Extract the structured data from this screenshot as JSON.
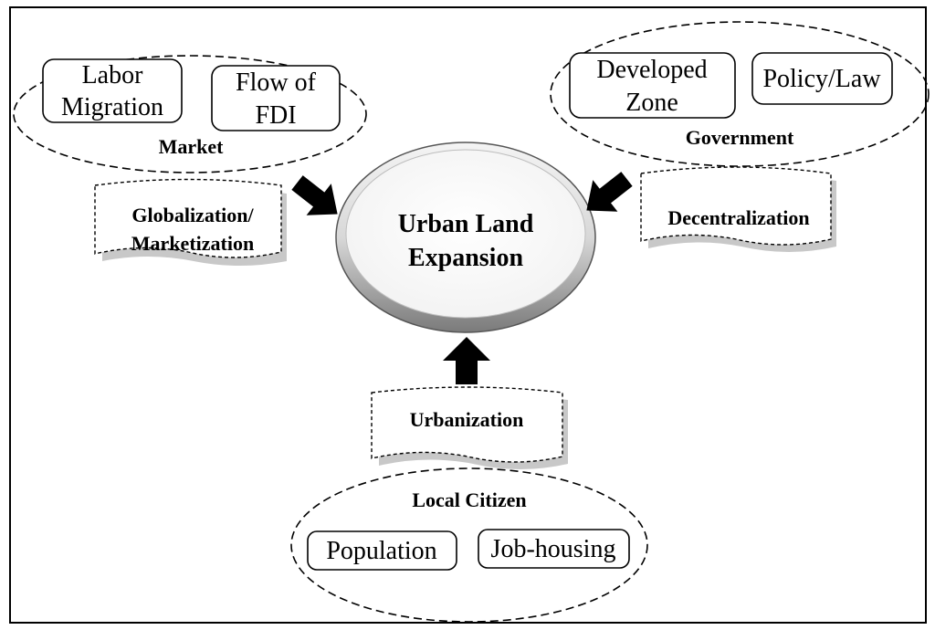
{
  "center": {
    "line1": "Urban Land",
    "line2": "Expansion"
  },
  "market": {
    "title": "Market",
    "box1": {
      "line1": "Labor",
      "line2": "Migration"
    },
    "box2": {
      "line1": "Flow of",
      "line2": "FDI"
    },
    "driver": {
      "line1": "Globalization/",
      "line2": "Marketization"
    }
  },
  "government": {
    "title": "Government",
    "box1": {
      "line1": "Developed",
      "line2": "Zone"
    },
    "box2": {
      "line1": "Policy/Law"
    },
    "driver": {
      "line1": "Decentralization"
    }
  },
  "citizen": {
    "title": "Local Citizen",
    "box1": {
      "line1": "Population"
    },
    "box2": {
      "line1": "Job-housing"
    },
    "driver": {
      "line1": "Urbanization"
    }
  },
  "colors": {
    "stroke": "#000000",
    "center_ring_dark": "#8c8c8c",
    "center_ring_light": "#ffffff",
    "shadow": "#c8c8c8"
  }
}
